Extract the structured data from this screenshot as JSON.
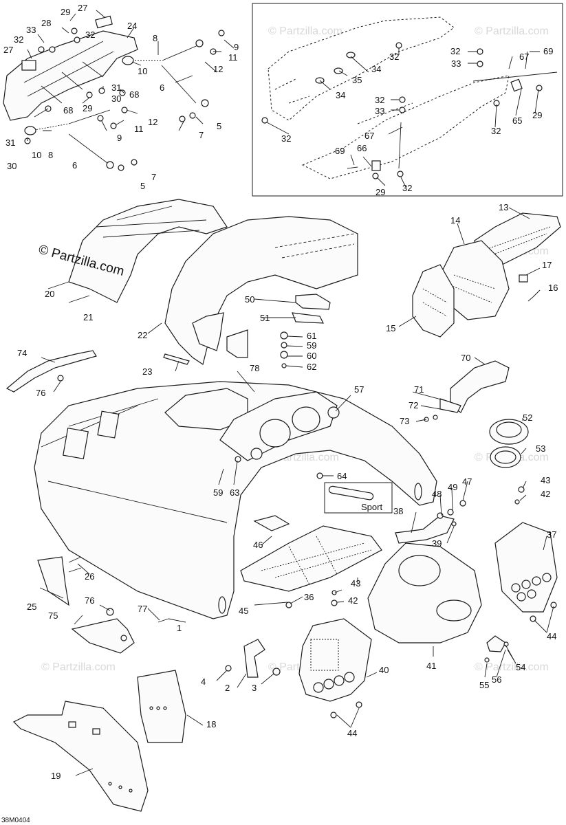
{
  "copyright": "© Partzilla.com",
  "watermark": "© Partzilla.com",
  "drawing_code": "38M0404",
  "label_58": "Sport",
  "callouts": {
    "c1": "1",
    "c2": "2",
    "c3": "3",
    "c4": "4",
    "c5a": "5",
    "c5b": "5",
    "c6a": "6",
    "c6b": "6",
    "c7a": "7",
    "c7b": "7",
    "c8a": "8",
    "c8b": "8",
    "c9a": "9",
    "c9b": "9",
    "c10a": "10",
    "c10b": "10",
    "c11a": "11",
    "c11b": "11",
    "c12a": "12",
    "c12b": "12",
    "c13": "13",
    "c14": "14",
    "c15": "15",
    "c16": "16",
    "c17": "17",
    "c18": "18",
    "c19": "19",
    "c20": "20",
    "c21": "21",
    "c22": "22",
    "c23": "23",
    "c24": "24",
    "c25": "25",
    "c26": "26",
    "c27a": "27",
    "c27b": "27",
    "c28": "28",
    "c29a": "29",
    "c29b": "29",
    "c29c": "29",
    "c29d": "29",
    "c30a": "30",
    "c30b": "30",
    "c31a": "31",
    "c31b": "31",
    "c32a": "32",
    "c32b": "32",
    "c32c": "32",
    "c32d": "32",
    "c32e": "32",
    "c32f": "32",
    "c32g": "32",
    "c32h": "32",
    "c33a": "33",
    "c33b": "33",
    "c33c": "33",
    "c34a": "34",
    "c34b": "34",
    "c35": "35",
    "c36": "36",
    "c37": "37",
    "c38": "38",
    "c39": "39",
    "c40": "40",
    "c41": "41",
    "c42a": "42",
    "c42b": "42",
    "c43a": "43",
    "c43b": "43",
    "c44a": "44",
    "c44b": "44",
    "c45": "45",
    "c46": "46",
    "c47": "47",
    "c48": "48",
    "c49": "49",
    "c50": "50",
    "c51": "51",
    "c52": "52",
    "c53": "53",
    "c54": "54",
    "c55": "55",
    "c56": "56",
    "c57": "57",
    "c59": "59",
    "c60": "60",
    "c61": "61",
    "c62": "62",
    "c63": "63",
    "c64": "64",
    "c65": "65",
    "c66": "66",
    "c67a": "67",
    "c67b": "67",
    "c68a": "68",
    "c68b": "68",
    "c69a": "69",
    "c69b": "69",
    "c70": "70",
    "c71": "71",
    "c72": "72",
    "c73": "73",
    "c74": "74",
    "c75": "75",
    "c76a": "76",
    "c76b": "76",
    "c77": "77",
    "c78": "78"
  }
}
